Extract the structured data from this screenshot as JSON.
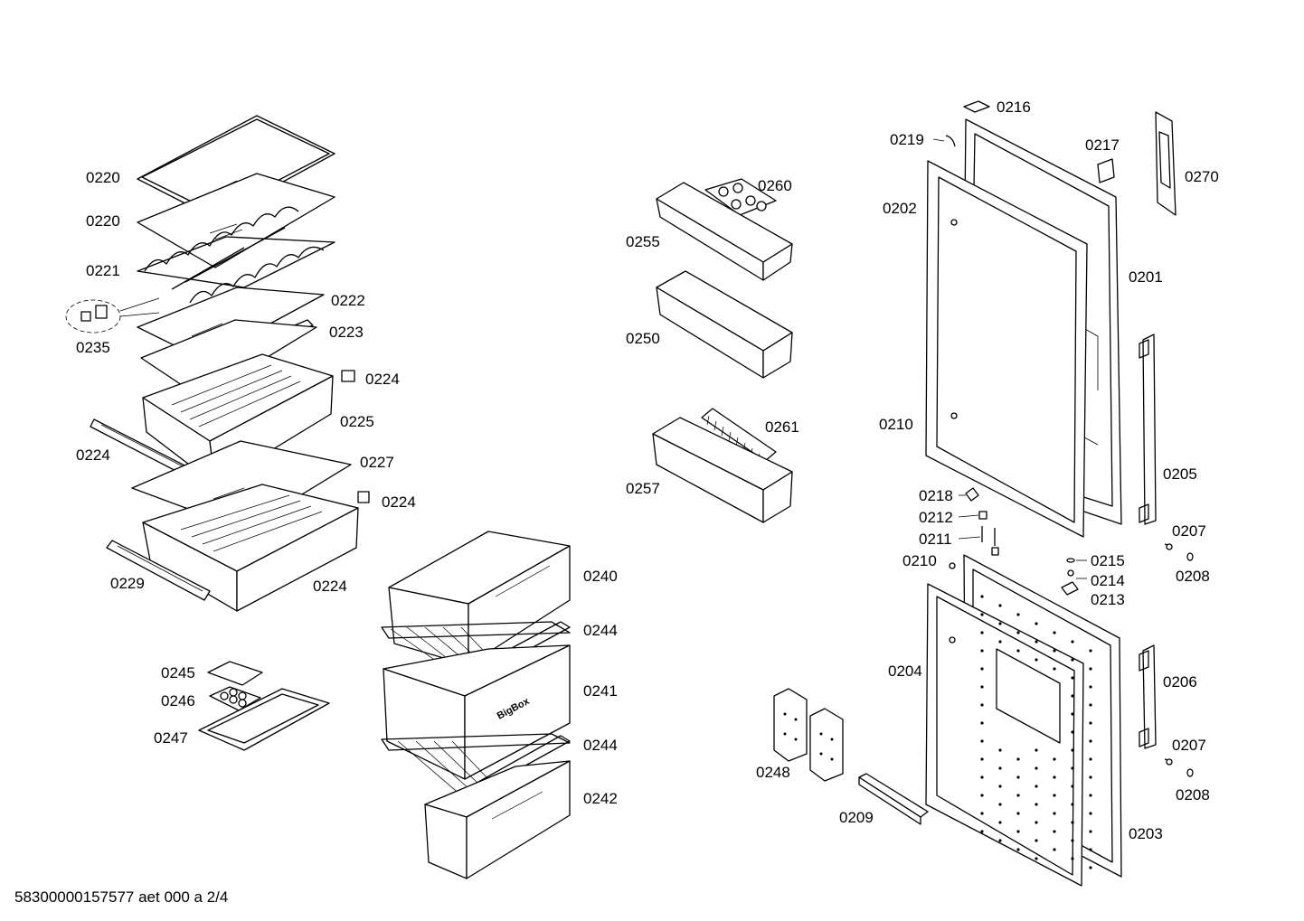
{
  "diagram": {
    "footer": "58300000157577 aet 000 a 2/4",
    "brand_mark": "BigBox",
    "labels": [
      "0220",
      "0220",
      "0221",
      "0222",
      "0223",
      "0235",
      "0224",
      "0225",
      "0224",
      "0227",
      "0224",
      "0229",
      "0224",
      "0240",
      "0244",
      "0241",
      "0244",
      "0242",
      "0245",
      "0246",
      "0247",
      "0260",
      "0255",
      "0250",
      "0261",
      "0257",
      "0216",
      "0219",
      "0217",
      "0270",
      "0202",
      "0201",
      "0210",
      "0205",
      "0218",
      "0212",
      "0211",
      "0210",
      "0215",
      "0214",
      "0213",
      "0207",
      "0208",
      "0204",
      "0206",
      "0207",
      "0208",
      "0248",
      "0209",
      "0203"
    ]
  }
}
